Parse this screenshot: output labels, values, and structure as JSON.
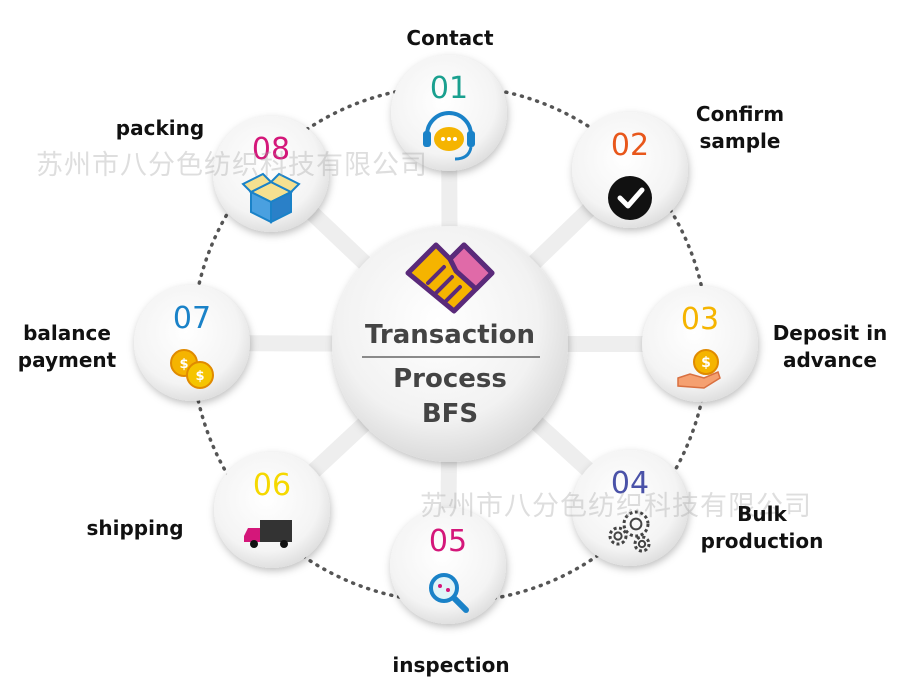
{
  "center": {
    "title": "Transaction",
    "subtitle": "Process",
    "brand": "BFS"
  },
  "watermark": "苏州市八分色纺织科技有限公司",
  "steps": [
    {
      "number": "01",
      "label": "Contact",
      "color": "#1aa08f",
      "icon": "customer-service-headset-icon"
    },
    {
      "number": "02",
      "label": "Confirm sample",
      "color": "#e8571b",
      "icon": "checkmark-icon"
    },
    {
      "number": "03",
      "label": "Deposit in advance",
      "color": "#f5b400",
      "icon": "hand-coin-icon"
    },
    {
      "number": "04",
      "label": "Bulk production",
      "color": "#4a52a8",
      "icon": "gears-icon"
    },
    {
      "number": "05",
      "label": "inspection",
      "color": "#d4177a",
      "icon": "magnifier-icon"
    },
    {
      "number": "06",
      "label": "shipping",
      "color": "#f5d800",
      "icon": "truck-icon"
    },
    {
      "number": "07",
      "label": "balance payment",
      "color": "#1a82c8",
      "icon": "coins-icon"
    },
    {
      "number": "08",
      "label": "packing",
      "color": "#d4177a",
      "icon": "box-icon"
    }
  ]
}
